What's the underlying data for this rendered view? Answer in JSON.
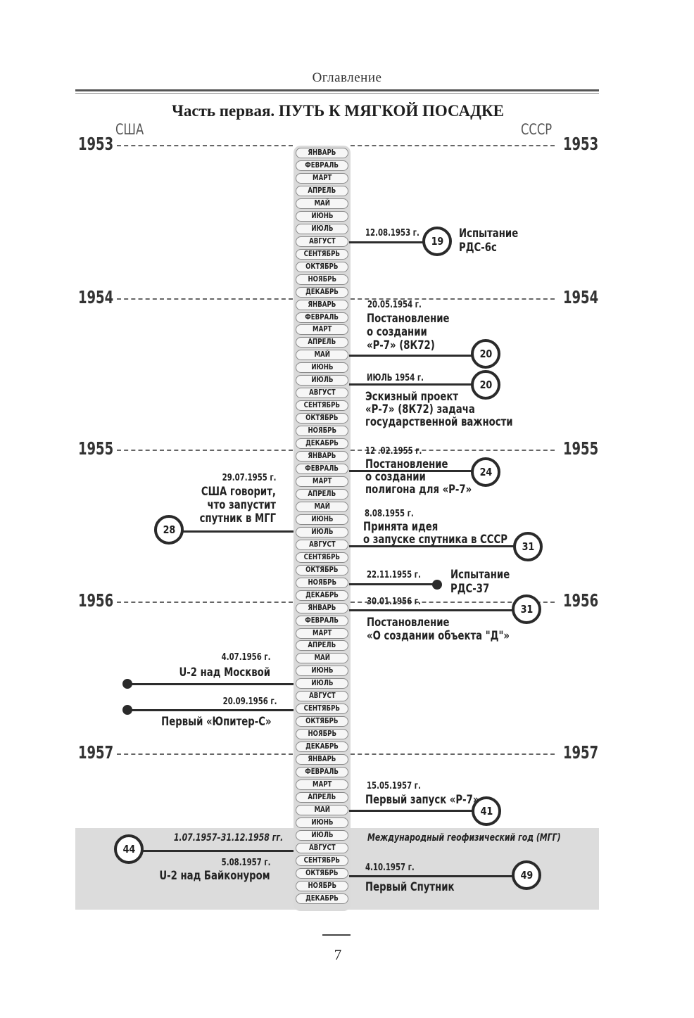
{
  "header": {
    "section": "Оглавление"
  },
  "part_title": "Часть первая. ПУТЬ К МЯГКОЙ ПОСАДКЕ",
  "countries": {
    "left": "США",
    "right": "СССР"
  },
  "years": [
    "1953",
    "1954",
    "1955",
    "1956",
    "1957"
  ],
  "months": [
    "ЯНВАРЬ",
    "ФЕВРАЛЬ",
    "МАРТ",
    "АПРЕЛЬ",
    "МАЙ",
    "ИЮНЬ",
    "ИЮЛЬ",
    "АВГУСТ",
    "СЕНТЯБРЬ",
    "ОКТЯБРЬ",
    "НОЯБРЬ",
    "ДЕКАБРЬ"
  ],
  "band": {
    "date": "1.07.1957–31.12.1958 гг.",
    "label": "Международный геофизический год (МГГ)"
  },
  "events_ussr": [
    {
      "date": "12.08.1953 г.",
      "lines": [
        "Испытание",
        "РДС-6с"
      ],
      "page": "19"
    },
    {
      "date": "20.05.1954 г.",
      "lines": [
        "Постановление",
        "о создании",
        "«Р-7» (8К72)"
      ],
      "page": "20"
    },
    {
      "date": "ИЮЛЬ 1954 г.",
      "lines": [
        "Эскизный проект",
        "«Р-7» (8К72) задача",
        "государственной важности"
      ],
      "page": "20"
    },
    {
      "date": "12 .02.1955 г.",
      "lines": [
        "Постановление",
        "о создании",
        "полигона для «Р-7»"
      ],
      "page": "24"
    },
    {
      "date": "8.08.1955 г.",
      "lines": [
        "Принята идея",
        "о запуске спутника в СССР"
      ],
      "page": "31"
    },
    {
      "date": "22.11.1955 г.",
      "lines": [
        "Испытание",
        "РДС-37"
      ],
      "page": ""
    },
    {
      "date": "30.01.1956 г.",
      "lines": [
        "Постановление",
        "«О создании объекта \"Д\"»"
      ],
      "page": "31"
    },
    {
      "date": "15.05.1957 г.",
      "lines": [
        "Первый запуск «Р-7»"
      ],
      "page": "41"
    },
    {
      "date": "4.10.1957 г.",
      "lines": [
        "Первый Спутник"
      ],
      "page": "49"
    }
  ],
  "events_usa": [
    {
      "date": "29.07.1955 г.",
      "lines": [
        "США говорит,",
        "что запустит",
        "спутник в МГГ"
      ],
      "page": "28"
    },
    {
      "date": "4.07.1956 г.",
      "lines": [
        "U-2 над Москвой"
      ],
      "page": ""
    },
    {
      "date": "20.09.1956 г.",
      "lines": [
        "Первый «Юпитер-С»"
      ],
      "page": ""
    },
    {
      "date": "5.08.1957 г.",
      "lines": [
        "U-2 над Байконуром"
      ],
      "page": "44"
    }
  ],
  "page_number": "7"
}
